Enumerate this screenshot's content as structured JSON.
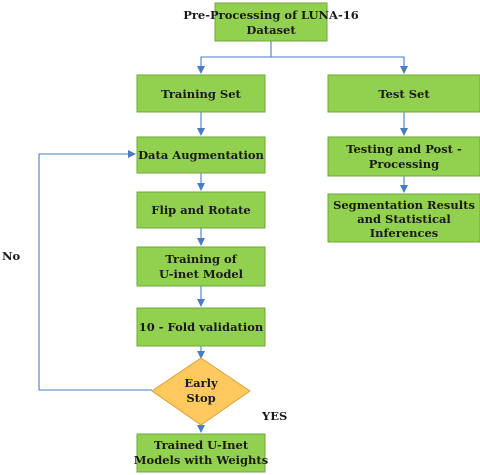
{
  "nodes": {
    "preprocessing": [
      "Pre-Processing of LUNA-16",
      "Dataset"
    ],
    "training_set": [
      "Training Set"
    ],
    "test_set": [
      "Test Set"
    ],
    "data_augmentation": [
      "Data Augmentation"
    ],
    "flip_rotate": [
      "Flip and Rotate"
    ],
    "training_unet": [
      "Training of",
      "U-inet Model"
    ],
    "fold_validation": [
      "10 - Fold validation"
    ],
    "early_stop": [
      "Early",
      "Stop"
    ],
    "trained_models": [
      "Trained U-Inet",
      "Models with Weights"
    ],
    "testing_post": [
      "Testing and Post -",
      "Processing"
    ],
    "segmentation_results": [
      "Segmentation Results",
      "and Statistical",
      "Inferences"
    ]
  },
  "edge_labels": {
    "no": "No",
    "yes": "YES"
  },
  "colors": {
    "box_fill": "#92d050",
    "decision_fill": "#ffc95e",
    "arrow": "#4a7cc4"
  }
}
